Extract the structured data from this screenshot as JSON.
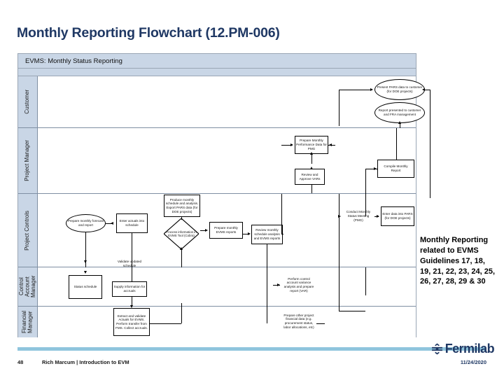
{
  "slide": {
    "title": "Monthly Reporting Flowchart (12.PM-006)"
  },
  "flowchart": {
    "header": "EVMS: Monthly Status Reporting",
    "lanes": [
      {
        "id": "customer",
        "label": "Customer"
      },
      {
        "id": "project-manager",
        "label": "Project Manager"
      },
      {
        "id": "project-controls",
        "label": "Project Controls"
      },
      {
        "id": "control-account-manager",
        "label": "Control Account\nManager"
      },
      {
        "id": "financial-manager",
        "label": "Financial\nManager"
      }
    ],
    "nodes": {
      "present_pars": "Present PARS data to customer (for DOE projects)",
      "report_presented": "Report presented to customer and FRA management",
      "prepare_monthly_perf": "Prepare Monthly Performance Data for PMG",
      "review_approve_vars": "Review and Approve VARs",
      "compile_monthly_report": "Compile Monthly Report",
      "conduct_status_meeting": "Conduct Monthly Status Meeting (PMG)",
      "enter_data_pars": "Enter data into PARS (for DOE projects)",
      "prepare_forecast": "Prepare monthly forecast and report",
      "enter_actuals_schedule": "Enter actuals into schedule",
      "produce_monthly_schedule": "Produce monthly schedule and analysis. Export PARS data (for DOE projects)",
      "process_info_evms": "Process information in EVMS Tool (Cobra)",
      "prepare_evms_reports": "Prepare monthly EVMS reports",
      "review_monthly": "Review monthly schedule analysis and EVMS reports",
      "validate_schedule": "Validate updated schedule",
      "status_schedule": "Status schedule",
      "supply_accruals": "Supply information for accruals",
      "perform_variance": "Perform control account variance analysis and prepare report (VAR)",
      "extract_actuals": "Extract and validate Actuals for EVMS. Perform transfer from FMS. Collect accruals.",
      "prepare_other_financial": "Prepare other project financial data (e.g. procurement status, labor allocations, etc)"
    }
  },
  "side_note": {
    "text": "Monthly Reporting related to EVMS Guidelines 17, 18, 19, 21, 22, 23, 24, 25, 26, 27, 28, 29 & 30"
  },
  "footer": {
    "page_number": "48",
    "attribution": "Rich Marcum | Introduction to EVM",
    "date": "11/24/2020",
    "logo_text": "Fermilab"
  },
  "colors": {
    "title": "#1F3864",
    "lane_header": "#c9d6e6",
    "footer_rule": "#8fc5dd"
  }
}
